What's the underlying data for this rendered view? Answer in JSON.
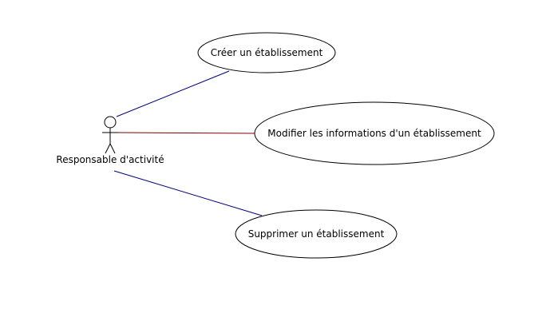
{
  "diagram": {
    "type": "use-case",
    "actor": {
      "label": "Responsable d'activité"
    },
    "use_cases": [
      {
        "label": "Créer un établissement"
      },
      {
        "label": "Modifier les informations d'un établissement"
      },
      {
        "label": "Supprimer un établissement"
      }
    ],
    "associations": [
      {
        "from": "Responsable d'activité",
        "to": "Créer un établissement",
        "color": "#000080"
      },
      {
        "from": "Responsable d'activité",
        "to": "Modifier les informations d'un établissement",
        "color": "#800000"
      },
      {
        "from": "Responsable d'activité",
        "to": "Supprimer un établissement",
        "color": "#000080"
      }
    ],
    "colors": {
      "background": "#ffffff",
      "stroke": "#000000"
    }
  }
}
